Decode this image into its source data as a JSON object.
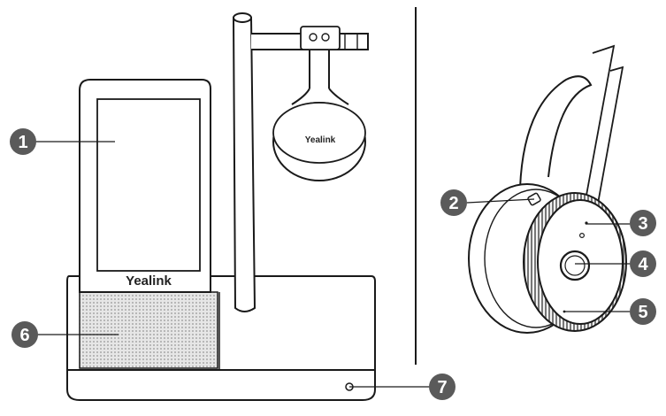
{
  "base_station": {
    "brand_screen": "Yealink",
    "brand_earcup": "Yealink"
  },
  "callouts": [
    {
      "number": "1",
      "target": "touch screen"
    },
    {
      "number": "2",
      "target": "headset boom mic indicator"
    },
    {
      "number": "3",
      "target": "earcup indicator"
    },
    {
      "number": "4",
      "target": "call control button"
    },
    {
      "number": "5",
      "target": "earcup led"
    },
    {
      "number": "6",
      "target": "speaker grille"
    },
    {
      "number": "7",
      "target": "power indicator"
    }
  ],
  "colors": {
    "callout_fill": "#5a5a5a",
    "line": "#1a1a1a",
    "grille": "#d9d9d9"
  }
}
